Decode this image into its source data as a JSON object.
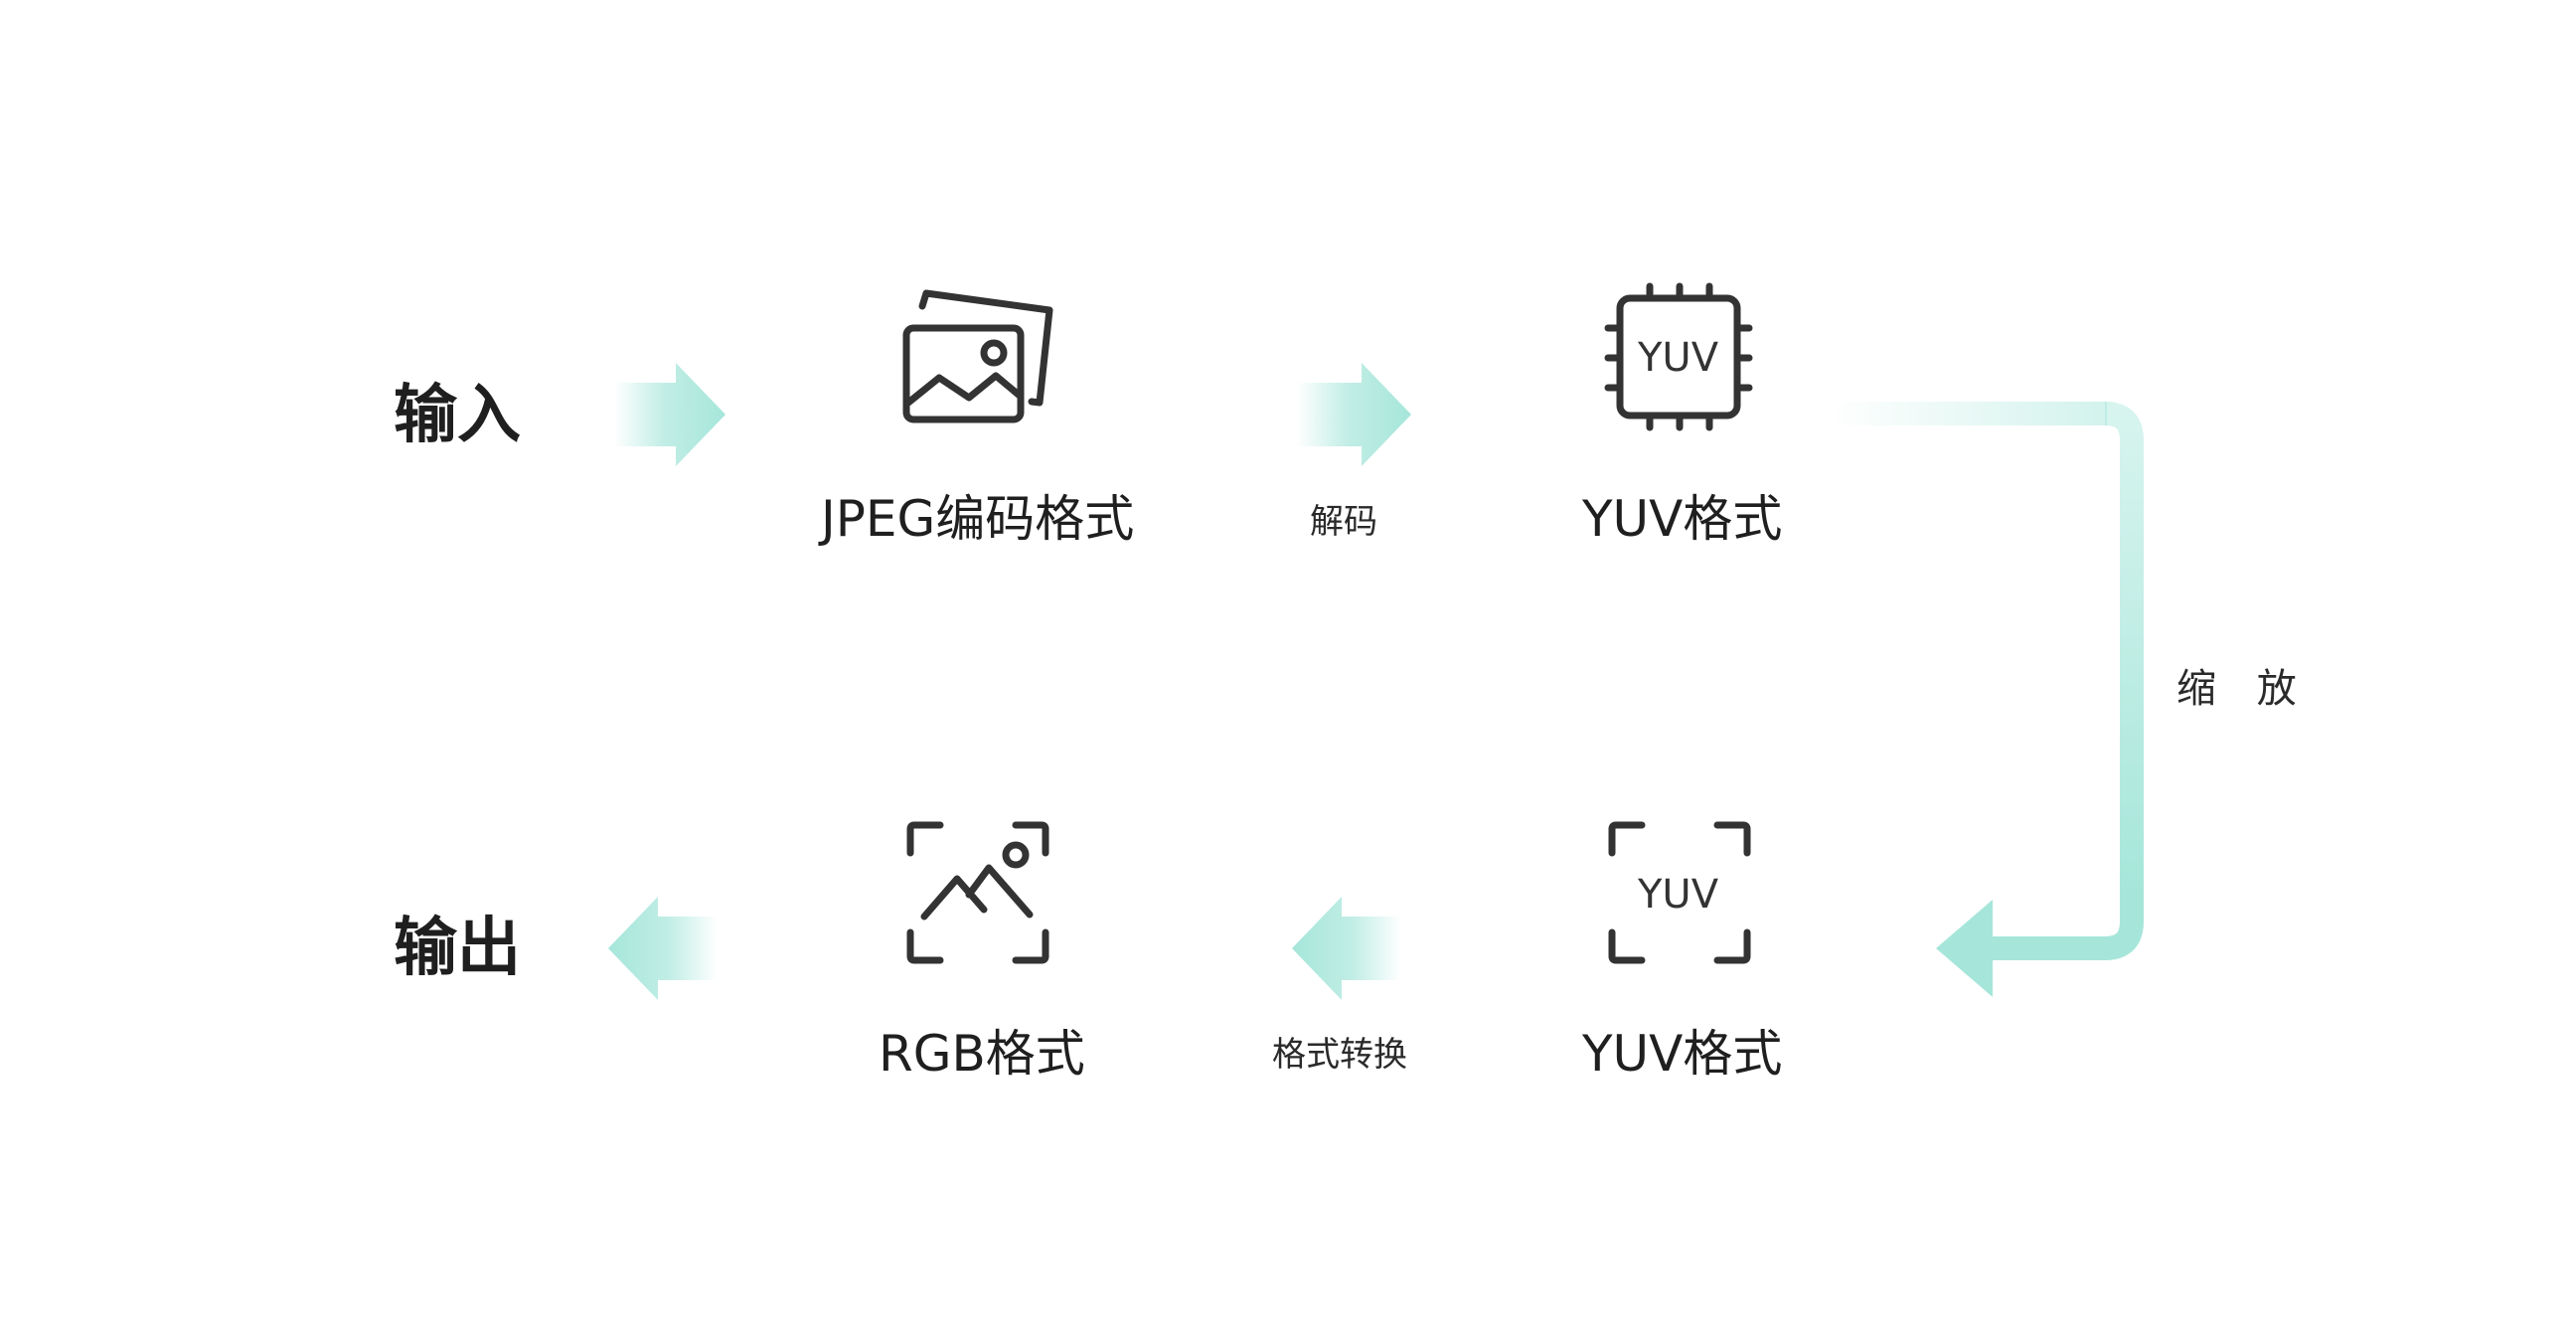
{
  "input_label": "输入",
  "output_label": "输出",
  "nodes": {
    "jpeg": {
      "label": "JPEG编码格式",
      "icon": "images-icon"
    },
    "yuv_top": {
      "label": "YUV格式",
      "icon": "chip-icon",
      "badge": "YUV"
    },
    "yuv_bottom": {
      "label": "YUV格式",
      "icon": "scan-frame-icon",
      "badge": "YUV"
    },
    "rgb": {
      "label": "RGB格式",
      "icon": "scan-image-icon"
    }
  },
  "steps": {
    "decode": "解码",
    "scale": "缩 放",
    "convert": "格式转换"
  },
  "colors": {
    "accent": "#a6e6da",
    "icon_stroke": "#333333",
    "text": "#1f1f1f"
  }
}
